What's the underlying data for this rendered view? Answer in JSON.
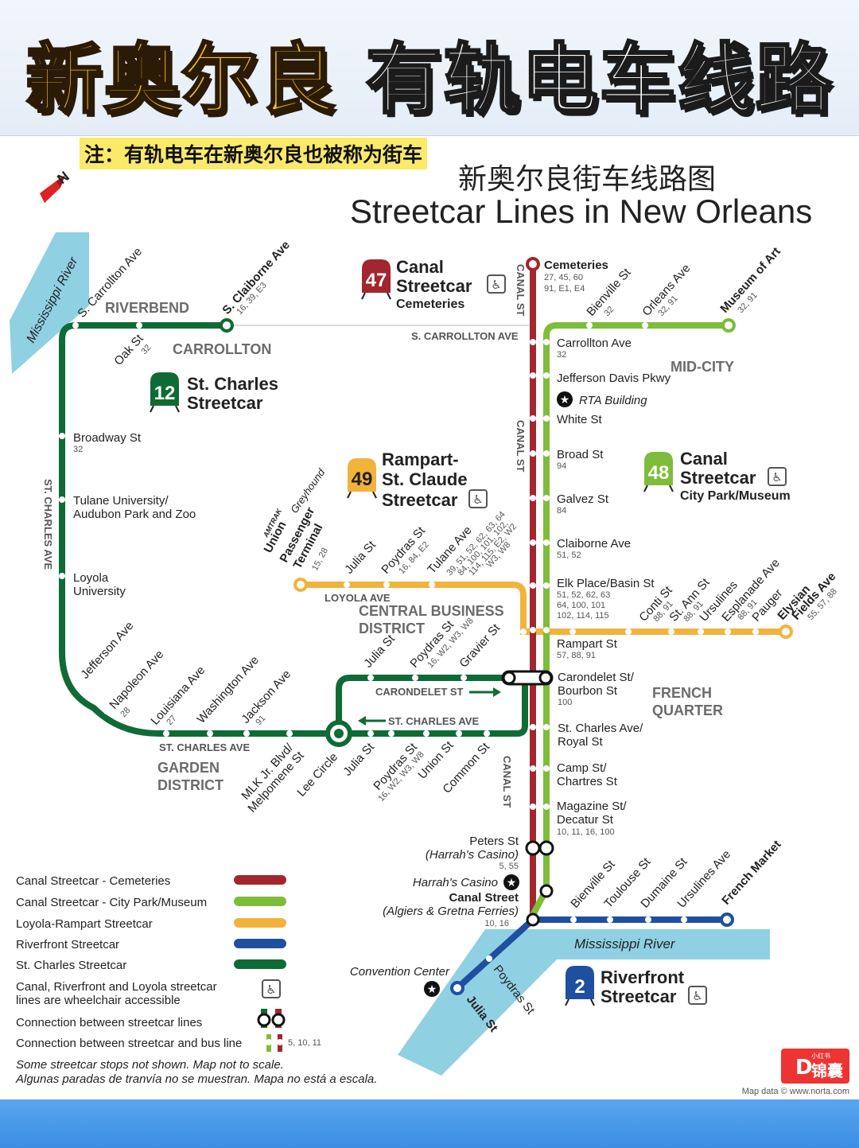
{
  "banner": {
    "title_a": "新奥尔良",
    "title_b": "有轨电车线路"
  },
  "note": "注：有轨电车在新奥尔良也被称为街车",
  "map_title": {
    "zh": "新奥尔良街车线路图",
    "en": "Streetcar Lines in New Orleans"
  },
  "compass": "N",
  "river_labels": {
    "northwest": "Mississippi River",
    "south": "Mississippi River"
  },
  "colors": {
    "cemeteries": "#a3262e",
    "city_park": "#7dbd3a",
    "rampart": "#f2b33d",
    "riverfront": "#1f4fa0",
    "st_charles": "#0f6b35",
    "river": "#8fd0e3"
  },
  "lines": {
    "canal_cemeteries": {
      "number": "47",
      "name1": "Canal",
      "name2": "Streetcar",
      "sub": "Cemeteries"
    },
    "st_charles": {
      "number": "12",
      "name1": "St. Charles",
      "name2": "Streetcar"
    },
    "rampart": {
      "number": "49",
      "name1": "Rampart-",
      "name2": "St. Claude",
      "name3": "Streetcar"
    },
    "canal_city_park": {
      "number": "48",
      "name1": "Canal",
      "name2": "Streetcar",
      "sub": "City Park/Museum"
    },
    "riverfront": {
      "number": "2",
      "name1": "Riverfront",
      "name2": "Streetcar"
    }
  },
  "neighborhoods": {
    "riverbend": "RIVERBEND",
    "carrollton": "CARROLLTON",
    "mid_city": "MID-CITY",
    "cbd1": "CENTRAL BUSINESS",
    "cbd2": "DISTRICT",
    "french1": "FRENCH",
    "french2": "QUARTER",
    "garden1": "GARDEN",
    "garden2": "DISTRICT"
  },
  "streets": {
    "s_carrollton": "S. CARROLLTON AVE",
    "canal_st": "CANAL ST",
    "st_charles_ave_v": "ST. CHARLES AVE",
    "st_charles_ave_h": "ST. CHARLES AVE",
    "loyola_ave": "LOYOLA AVE",
    "carondelet": "CARONDELET ST",
    "st_charles_ave_arrow": "ST. CHARLES AVE"
  },
  "stops": {
    "cemeteries": {
      "name": "Cemeteries",
      "bus": "27, 45, 60",
      "bus2": "91, E1, E4"
    },
    "carrollton_ave": {
      "name": "Carrollton Ave",
      "bus": "32"
    },
    "jeff_davis": {
      "name": "Jefferson Davis Pkwy"
    },
    "rta": {
      "name": "RTA Building"
    },
    "white": {
      "name": "White St"
    },
    "broad": {
      "name": "Broad St",
      "bus": "94"
    },
    "galvez": {
      "name": "Galvez St",
      "bus": "84"
    },
    "claiborne": {
      "name": "Claiborne Ave",
      "bus": "51, 52"
    },
    "elk": {
      "name": "Elk Place/Basin St",
      "bus": "51, 52, 62, 63",
      "bus2": "64, 100, 101",
      "bus3": "102, 114, 115"
    },
    "rampart_st": {
      "name": "Rampart St",
      "bus": "57, 88, 91"
    },
    "carondelet": {
      "name": "Carondelet St/",
      "name2": "Bourbon St",
      "bus": "100"
    },
    "st_charles_royal": {
      "name": "St. Charles Ave/",
      "name2": "Royal St"
    },
    "camp": {
      "name": "Camp St/",
      "name2": "Chartres St"
    },
    "magazine": {
      "name": "Magazine St/",
      "name2": "Decatur St",
      "bus": "10, 11, 16, 100"
    },
    "peters": {
      "name": "Peters St",
      "name2": "(Harrah's Casino)",
      "bus": "5, 55"
    },
    "harrahs": {
      "name": "Harrah's Casino"
    },
    "canal_street": {
      "name": "Canal Street",
      "name2": "(Algiers & Gretna Ferries)",
      "bus": "10, 16"
    },
    "convention": {
      "name": "Convention Center"
    },
    "broadway": {
      "name": "Broadway St",
      "bus": "32"
    },
    "tulane": {
      "name": "Tulane University/",
      "name2": "Audubon Park and Zoo"
    },
    "loyola": {
      "name": "Loyola",
      "name2": "University"
    },
    "s_carrollton": {
      "name": "S. Carrollton Ave"
    },
    "s_claiborne": {
      "name": "S. Claiborne Ave",
      "bus": "16, 39, E3"
    },
    "oak": {
      "name": "Oak St",
      "bus": "32"
    },
    "bienville_top": {
      "name": "Bienville St",
      "bus": "32"
    },
    "orleans_top": {
      "name": "Orleans Ave",
      "bus": "32, 91"
    },
    "museum": {
      "name": "Museum of Art",
      "bus": "32, 91"
    },
    "jefferson_ave": {
      "name": "Jefferson Ave"
    },
    "napoleon": {
      "name": "Napoleon Ave",
      "bus": "28"
    },
    "louisiana": {
      "name": "Louisiana Ave",
      "bus": "27"
    },
    "washington": {
      "name": "Washington Ave"
    },
    "jackson": {
      "name": "Jackson Ave",
      "bus": "91"
    },
    "mlk": {
      "name": "MLK Jr. Blvd/",
      "name2": "Melpomene St"
    },
    "lee_circle": {
      "name": "Lee Circle"
    },
    "julia_bot": {
      "name": "Julia St"
    },
    "poydras_bot": {
      "name": "Poydras St",
      "bus": "16, W2, W3, W8"
    },
    "union": {
      "name": "Union St"
    },
    "common": {
      "name": "Common St"
    },
    "julia_mid": {
      "name": "Julia St"
    },
    "poydras_mid": {
      "name": "Poydras St",
      "bus": "16, W2, W3, W8"
    },
    "gravier": {
      "name": "Gravier St"
    },
    "upt": {
      "name": "Union",
      "name2": "Passenger",
      "name3": "Terminal",
      "bus": "15, 28"
    },
    "julia_r": {
      "name": "Julia St"
    },
    "poydras_r": {
      "name": "Poydras St",
      "bus": "16, 84, E2"
    },
    "tulane_ave": {
      "name": "Tulane Ave",
      "bus": "39, 51, 52, 62, 63, 64",
      "bus2": "84, 100, 101, 102,",
      "bus3": "114, 115, E2, W2",
      "bus4": "W3, W8"
    },
    "conti": {
      "name": "Conti St",
      "bus": "88, 91"
    },
    "st_ann": {
      "name": "St. Ann St",
      "bus": "88, 91"
    },
    "ursulines_r": {
      "name": "Ursulines"
    },
    "esplanade": {
      "name": "Esplanade Ave",
      "bus": "88, 91"
    },
    "pauger": {
      "name": "Pauger"
    },
    "elysian": {
      "name": "Elysian",
      "name2": "Fields Ave",
      "bus": "55, 57, 88"
    },
    "bienville_rf": {
      "name": "Bienville St"
    },
    "toulouse": {
      "name": "Toulouse St"
    },
    "dumaine": {
      "name": "Dumaine St"
    },
    "ursulines_rf": {
      "name": "Ursulines Ave"
    },
    "french_market": {
      "name": "French Market"
    },
    "poydras_rf": {
      "name": "Poydras St"
    },
    "julia_rf": {
      "name": "Julia St"
    }
  },
  "brands": {
    "amtrak": "AMTRAK",
    "greyhound": "Greyhound"
  },
  "legend": [
    {
      "label": "Canal Streetcar - Cemeteries",
      "color": "#a3262e"
    },
    {
      "label": "Canal Streetcar - City Park/Museum",
      "color": "#7dbd3a"
    },
    {
      "label": "Loyola-Rampart Streetcar",
      "color": "#f2b33d"
    },
    {
      "label": "Riverfront Streetcar",
      "color": "#1f4fa0"
    },
    {
      "label": "St. Charles Streetcar",
      "color": "#0f6b35"
    }
  ],
  "legend_notes": {
    "wheelchair1": "Canal, Riverfront and Loyola streetcar",
    "wheelchair2": "lines are wheelchair accessible",
    "connection_lines": "Connection between streetcar lines",
    "connection_bus": "Connection between streetcar and bus line",
    "connection_bus_example": "5, 10, 11"
  },
  "footnote": {
    "en": "Some streetcar stops not shown. Map not to scale.",
    "es": "Algunas paradas de tranvía no se muestran. Mapa no está a escala."
  },
  "credit": "Map data © www.norta.com",
  "badge_logo": {
    "small": "小红书",
    "name": "锦囊"
  }
}
